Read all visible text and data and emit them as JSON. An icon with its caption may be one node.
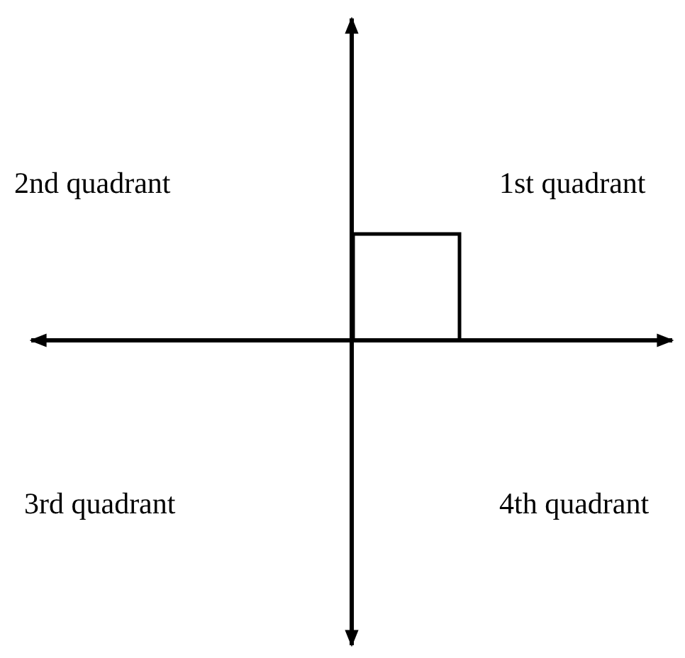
{
  "diagram": {
    "labels": [
      "2nd quadrant",
      "1st quadrant",
      "3rd quadrant",
      "4th quadrant"
    ]
  }
}
